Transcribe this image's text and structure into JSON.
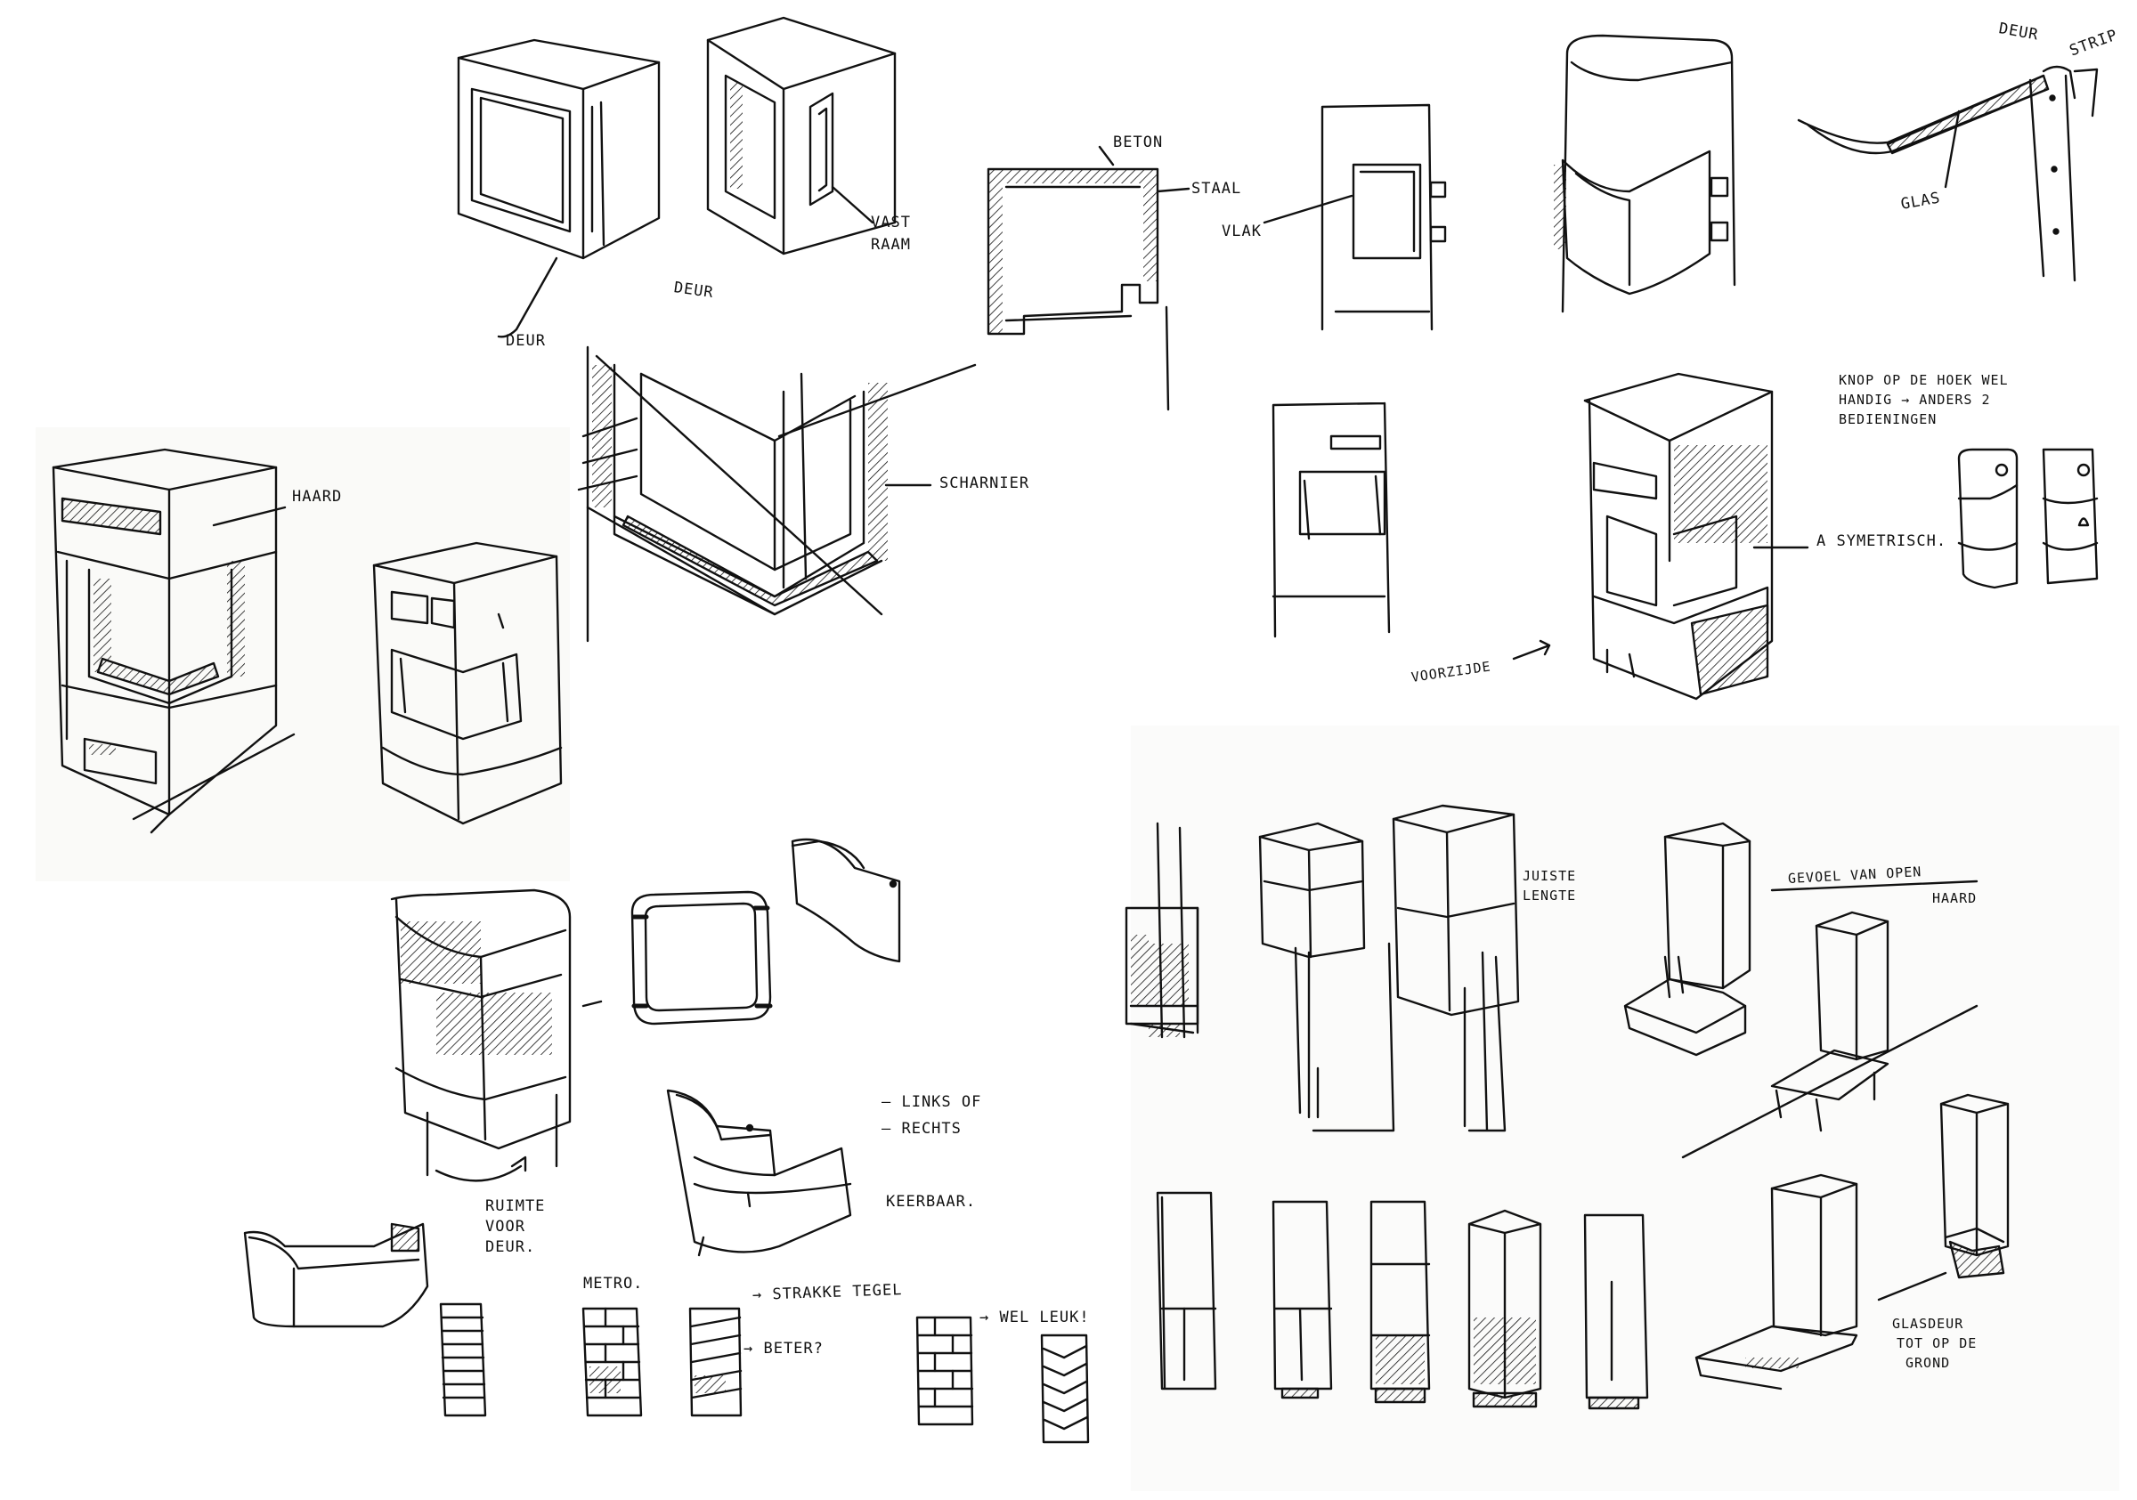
{
  "labels": {
    "deur_a": "DEUR",
    "deur_b": "DEUR",
    "vast_raam_1": "VAST",
    "vast_raam_2": "RAAM",
    "beton": "BETON",
    "staal": "STAAL",
    "vlak": "VLAK",
    "deur_c": "DEUR",
    "strip": "STRIP",
    "glas": "GLAS",
    "haard": "HAARD",
    "scharnier": "SCHARNIER",
    "knop_1": "KNOP OP DE HOEK WEL",
    "knop_2": "HANDIG → ANDERS 2",
    "knop_3": "BEDIENINGEN",
    "asymetrisch": "A SYMETRISCH.",
    "voorzijde": "VOORZIJDE",
    "juiste_1": "JUISTE",
    "juiste_2": "LENGTE",
    "gevoel_1": "GEVOEL VAN OPEN",
    "gevoel_2": "HAARD",
    "links_of": "— LINKS OF",
    "rechts": "— RECHTS",
    "keerbaar": "KEERBAAR.",
    "ruimte_1": "RUIMTE",
    "ruimte_2": "VOOR",
    "ruimte_3": "DEUR.",
    "metro": "METRO.",
    "strakke": "→ STRAKKE TEGEL",
    "beter": "→ BETER?",
    "wel_leuk": "→ WEL LEUK!",
    "glasdeur_1": "GLASDEUR",
    "glasdeur_2": "TOT OP DE",
    "glasdeur_3": "GROND"
  },
  "colors": {
    "ink": "#111111",
    "paper": "#ffffff",
    "photo_paper": "#f7f7f5"
  }
}
